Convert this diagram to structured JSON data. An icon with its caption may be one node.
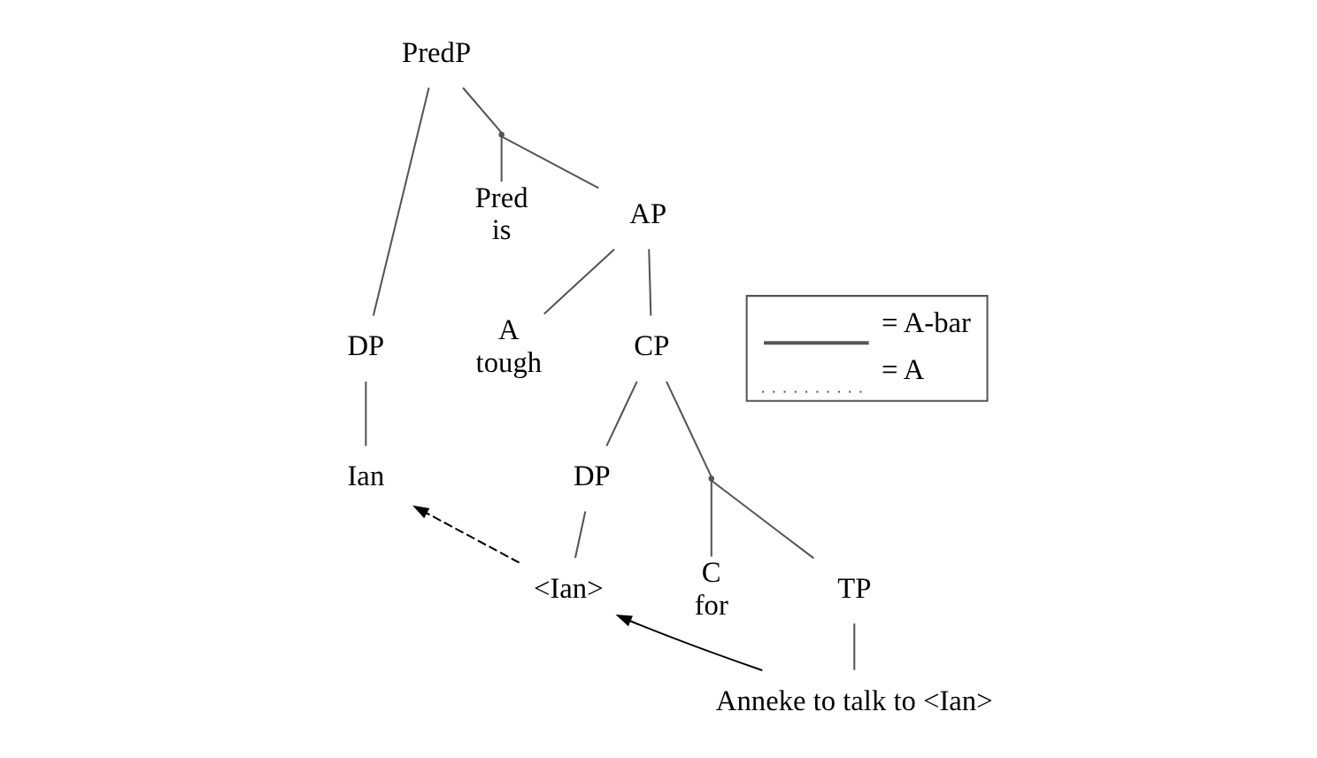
{
  "diagram": {
    "nodes": [
      {
        "text": [
          "PredP"
        ]
      },
      {
        "text": [
          "DP"
        ]
      },
      {
        "text": [],
        "shape": "point"
      },
      {
        "text": [
          "Ian"
        ]
      },
      {
        "text": [
          "Pred",
          "is"
        ]
      },
      {
        "text": [
          "AP"
        ]
      },
      {
        "text": [
          "A",
          "tough"
        ]
      },
      {
        "text": [
          "CP"
        ]
      },
      {
        "text": [
          "DP"
        ]
      },
      {
        "text": [],
        "shape": "point"
      },
      {
        "text": [
          "<Ian>"
        ]
      },
      {
        "text": [
          "C",
          "for"
        ]
      },
      {
        "text": [
          "TP"
        ]
      },
      {
        "text": [
          "Anneke to talk to <Ian>"
        ]
      }
    ],
    "edges": [
      {
        "from": 0,
        "to": 1,
        "arrow": "none"
      },
      {
        "from": 0,
        "to": 2,
        "arrow": "none"
      },
      {
        "from": 1,
        "to": 3,
        "arrow": "none"
      },
      {
        "from": 2,
        "to": 4,
        "arrow": "none"
      },
      {
        "from": 2,
        "to": 5,
        "arrow": "none"
      },
      {
        "from": 5,
        "to": 6,
        "arrow": "none"
      },
      {
        "from": 5,
        "to": 7,
        "arrow": "none"
      },
      {
        "from": 7,
        "to": 8,
        "arrow": "none"
      },
      {
        "from": 7,
        "to": 9,
        "arrow": "none"
      },
      {
        "from": 8,
        "to": 10,
        "arrow": "none"
      },
      {
        "from": 9,
        "to": 11,
        "arrow": "none"
      },
      {
        "from": 9,
        "to": 12,
        "arrow": "none"
      },
      {
        "from": 12,
        "to": 13,
        "arrow": "none"
      },
      {
        "from": 13,
        "to": 10,
        "arrow": "to"
      },
      {
        "from": 10,
        "to": 3,
        "arrow": "to",
        "style": "dashed"
      }
    ],
    "legend": [
      {
        "text": "= A-bar"
      },
      {
        "text": "= A"
      }
    ]
  }
}
